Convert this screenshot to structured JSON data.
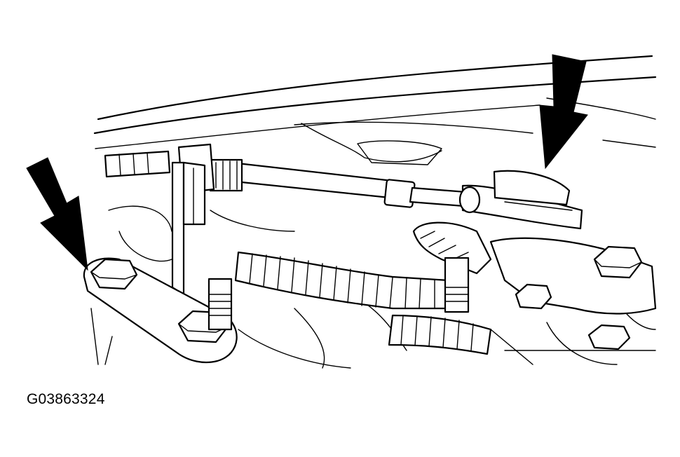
{
  "figure": {
    "code": "G03863324",
    "colors": {
      "ink": "#000000",
      "paper": "#ffffff"
    },
    "callouts": [
      {
        "icon": "arrow-pointer-icon",
        "points_to": "bracket-bolts"
      },
      {
        "icon": "arrow-pointer-icon",
        "points_to": "sensor-connector"
      }
    ]
  }
}
